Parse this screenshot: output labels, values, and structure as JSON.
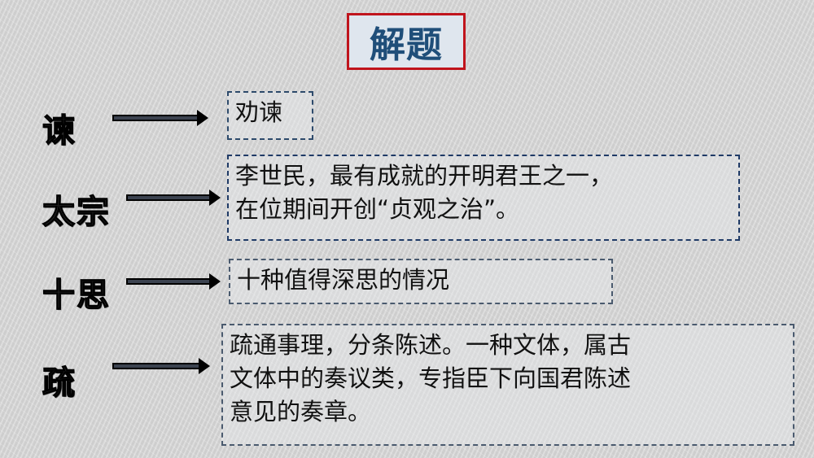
{
  "title": "解题",
  "colors": {
    "title_border": "#c0141c",
    "title_text": "#1f4e79",
    "title_bg": "#dfe6ee",
    "box_border": "#2d4a6b",
    "background": "#d9d9d9"
  },
  "rows": [
    {
      "term": "谏",
      "definition": "劝谏",
      "icon": "arrow-right-icon"
    },
    {
      "term": "太宗",
      "definition": "李世民，最有成就的开明君王之一，在位期间开创“贞观之治”。",
      "line1": "李世民，最有成就的开明君王之一，",
      "line2": "在位期间开创“贞观之治”。",
      "icon": "arrow-right-icon"
    },
    {
      "term": "十思",
      "definition": "十种值得深思的情况",
      "icon": "arrow-right-icon"
    },
    {
      "term": "疏",
      "definition": "疏通事理，分条陈述。一种文体，属古文体中的奏议类，专指臣下向国君陈述意见的奏章。",
      "line1": "疏通事理，分条陈述。一种文体，属古",
      "line2": "文体中的奏议类，专指臣下向国君陈述",
      "line3": "意见的奏章。",
      "icon": "arrow-right-icon"
    }
  ]
}
